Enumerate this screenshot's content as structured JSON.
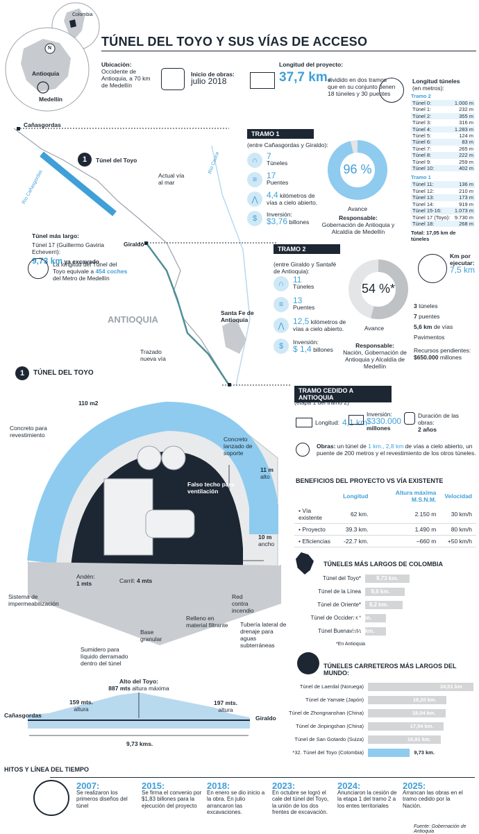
{
  "header": {
    "title": "TÚNEL DEL TOYO Y SUS VÍAS DE ACCESO",
    "colombia": "Colombia",
    "antioquia": "Antioquia",
    "medellin": "Medellín",
    "north": "N"
  },
  "ubicacion": {
    "label": "Ubicación:",
    "text": "Occidente de Antioquia, a 70 km de Medellín"
  },
  "inicio": {
    "label": "Inicio de obras:",
    "value": "julio 2018"
  },
  "longitud": {
    "label": "Longitud del proyecto:",
    "value": "37,7 km.",
    "text": "dividido en dos tramos que en su conjunto tienen 18 túneles y 30 puentes"
  },
  "map": {
    "canasgordas": "Cañasgordas",
    "giraldo": "Giraldo",
    "santafe": "Santa Fe de Antioquia",
    "antioquia": "ANTIOQUIA",
    "rio_canasgordas": "Río Cañasgordas",
    "rio_cauca": "Río Cauca",
    "actual_via": "Actual vía al mar",
    "trazado": "Trazado nueva vía",
    "tunel_toyo_num": "1",
    "tunel_toyo": "Túnel del Toyo"
  },
  "largo": {
    "label": "Túnel más largo:",
    "text": "Túnel 17 (Guillermo Gaviria Echeverri):",
    "value": "9,73 km",
    "suffix": "ya excavado"
  },
  "metro": {
    "pre": "La longitud del Túnel del Toyo equivale a",
    "value": "454 coches",
    "post": "del Metro de Medellín"
  },
  "tramo1": {
    "title": "TRAMO 1",
    "sub": "(entre Cañasgordas y Giraldo):",
    "tuneles_n": "7",
    "tuneles": "Túneles",
    "puentes_n": "17",
    "puentes": "Puentes",
    "km_n": "4,4",
    "km": "kilómetros de vías a cielo abierto.",
    "inv_label": "Inversión:",
    "inv": "$3,76",
    "inv_unit": "billones",
    "pct": "96 %",
    "avance": "Avance",
    "resp_label": "Responsable:",
    "resp": "Gobernación de Antioquia y Alcaldía de Medellín",
    "pct_value": 0.96
  },
  "tramo2": {
    "title": "TRAMO 2",
    "sub": "(entre Giraldo y Santafé de Antioquia):",
    "tuneles_n": "11",
    "tuneles": "Túneles",
    "puentes_n": "13",
    "puentes": "Puentes",
    "km_n": "12,5",
    "km": "kilómetros de vías a cielo abierto.",
    "inv_label": "Inversión:",
    "inv": "$ 1,4",
    "inv_unit": "billones",
    "pct": "54 %*",
    "avance": "Avance",
    "resp_label": "Responsable:",
    "resp": "Nación, Gobernación de Antioquia y Alcaldía de Medellín",
    "pct_value": 0.54
  },
  "longitud_tuneles": {
    "title": "Longitud túneles",
    "unit": "(en metros):",
    "tramo2_label": "Tramo 2",
    "tramo2": [
      [
        "Túnel 0:",
        "1.000 m"
      ],
      [
        "Túnel 1:",
        "232 m"
      ],
      [
        "Túnel 2:",
        "355 m"
      ],
      [
        "Túnel 3:",
        "316 m"
      ],
      [
        "Túnel 4:",
        "1.283 m"
      ],
      [
        "Túnel 5:",
        "124 m"
      ],
      [
        "Túnel 6:",
        "83 m"
      ],
      [
        "Túnel 7:",
        "265 m"
      ],
      [
        "Túnel 8:",
        "222 m"
      ],
      [
        "Túnel 9:",
        "259 m"
      ],
      [
        "Túnel 10:",
        "402 m"
      ]
    ],
    "tramo1_label": "Tramo 1",
    "tramo1": [
      [
        "Túnel 11:",
        "136 m"
      ],
      [
        "Túnel 12:",
        "210 m"
      ],
      [
        "Túnel 13:",
        "173 m"
      ],
      [
        "Túnel 14:",
        "919 m"
      ],
      [
        "Túnel 15-16:",
        "1.073 m"
      ],
      [
        "Túnel 17 (Toyo):",
        "9.730 m"
      ],
      [
        "Túnel 18:",
        "268 m"
      ]
    ],
    "total_label": "Total:",
    "total": "17,05 km de túneles"
  },
  "por_ejecutar": {
    "title": "Km por ejecutar:",
    "value": "7,5 km",
    "items": [
      [
        "3",
        "túneles"
      ],
      [
        "7",
        "puentes"
      ],
      [
        "5,6 km",
        "de vías"
      ],
      [
        "",
        "Pavimentos"
      ]
    ],
    "rec_label": "Recursos pendientes:",
    "rec_value": "$650.000",
    "rec_unit": "millones"
  },
  "tunel": {
    "num": "1",
    "title": "TÚNEL DEL TOYO",
    "area": "110 m2",
    "concreto_rev": "Concreto para revestimiento",
    "concreto_lanz": "Concreto lanzado de soporte",
    "falso_techo": "Falso techo para ventilación",
    "alto_n": "11 m",
    "alto": "alto",
    "ancho_n": "10 m",
    "ancho": "ancho",
    "anden": "Andén:",
    "anden_v": "1 mts",
    "carril": "Carril:",
    "carril_v": "4 mts",
    "imperm": "Sistema de impermeabilización",
    "base": "Base granular",
    "relleno": "Relleno en material filtrante",
    "red": "Red contra incendio",
    "tuberia": "Tubería lateral de drenaje para aguas subterráneas",
    "sumidero": "Sumidero para líquido derramado dentro del túnel"
  },
  "perfil": {
    "alto_label": "Alto del Toyo:",
    "alto_v": "887 mts",
    "alto_t": "altura máxima",
    "left_v": "159 mts.",
    "left_t": "altura",
    "right_v": "197 mts.",
    "right_t": "altura",
    "left": "Cañasgordas",
    "right": "Giraldo",
    "dist": "9,73 kms."
  },
  "cedido": {
    "title": "TRAMO CEDIDO A ANTIOQUIA",
    "sub": "(etapa 1 del tramo 2)",
    "long_label": "Longitud:",
    "long": "4,1 km",
    "inv_label": "Inversión:",
    "inv": "$330.000",
    "inv_unit": "millones",
    "dur_label": "Duración de las obras:",
    "dur": "2 años",
    "obras_label": "Obras:",
    "obras_1": "un túnel de",
    "obras_km1": "1 km.,",
    "obras_km2": "2,8 km",
    "obras_2": "de vías a cielo abierto, un puente de 200 metros y el revestimiento de los otros túneles."
  },
  "beneficios": {
    "title": "BENEFICIOS DEL PROYECTO VS VÍA EXISTENTE",
    "headers": [
      "",
      "Longitud",
      "Altura máxima M.S.N.M.",
      "Velocidad"
    ],
    "rows": [
      [
        "Vía existente",
        "62 km.",
        "2.150 m",
        "30 km/h"
      ],
      [
        "Proyecto",
        "39.3 km.",
        "1.490 m",
        "80 km/h"
      ],
      [
        "Eficiencias",
        "-22.7 km.",
        "–660 m",
        "+50 km/h"
      ]
    ]
  },
  "colombia_tuneles": {
    "title": "TÚNELES MÁS LARGOS DE COLOMBIA",
    "note": "*En Antioquia",
    "chart_data": {
      "type": "bar",
      "categories": [
        "Túnel del Toyo*",
        "Túnel de la Línea",
        "Túnel de Oriente*",
        "Túnel de Occidente*",
        "Túnel Buenavista"
      ],
      "values": [
        9.73,
        8.6,
        8.2,
        4.6,
        4.56
      ],
      "labels": [
        "9,73 km.",
        "8,6 km.",
        "8,2 km.",
        "4,6 km.",
        "4,56 km."
      ]
    }
  },
  "mundo_tuneles": {
    "title": "TÚNELES CARRETEROS MÁS LARGOS DEL MUNDO:",
    "chart_data": {
      "type": "bar",
      "categories": [
        "Túnel de Laerdal (Noruega)",
        "Túnel de Yamate (Japón)",
        "Túnel de Zhongnanshan (China)",
        "Túnel de Jinpingshan (China)",
        "Túnel de San Gotardo (Suiza)",
        "*32. Túnel del Toyo (Colombia)"
      ],
      "values": [
        24.51,
        18.2,
        18.04,
        17.54,
        16.91,
        9.73
      ],
      "labels": [
        "24,51 km",
        "18,20 km.",
        "18,04 km.",
        "17,54 km.",
        "16,91 km.",
        "9,73 km."
      ],
      "highlight": "#8ecbef"
    }
  },
  "hitos": {
    "title": "HITOS Y LÍNEA DEL TIEMPO",
    "items": [
      {
        "year": "2007:",
        "text": "Se realizaron los primeros diseños del túnel"
      },
      {
        "year": "2015:",
        "text": "Se firma el convenio por $1,83 billones para la ejecución del proyecto"
      },
      {
        "year": "2018:",
        "text": "En enero se dio inicio a la obra. En julio arrancaron las excavaciones."
      },
      {
        "year": "2023:",
        "text": "En octubre se logró el cale del túnel del Toyo, la unión de los dos frentes de excavación."
      },
      {
        "year": "2024:",
        "text": "Anunciaron la cesión de la etapa 1 del tramo 2 a los entes territoriales"
      },
      {
        "year": "2025:",
        "text": "Arrancan las obras en el tramo cedido por la Nación."
      }
    ]
  },
  "fuente": "Fuente: Gobernación de Antioquia",
  "colors": {
    "accent": "#3f9fd8",
    "dark": "#1d2733",
    "light": "#cfe8f6"
  }
}
